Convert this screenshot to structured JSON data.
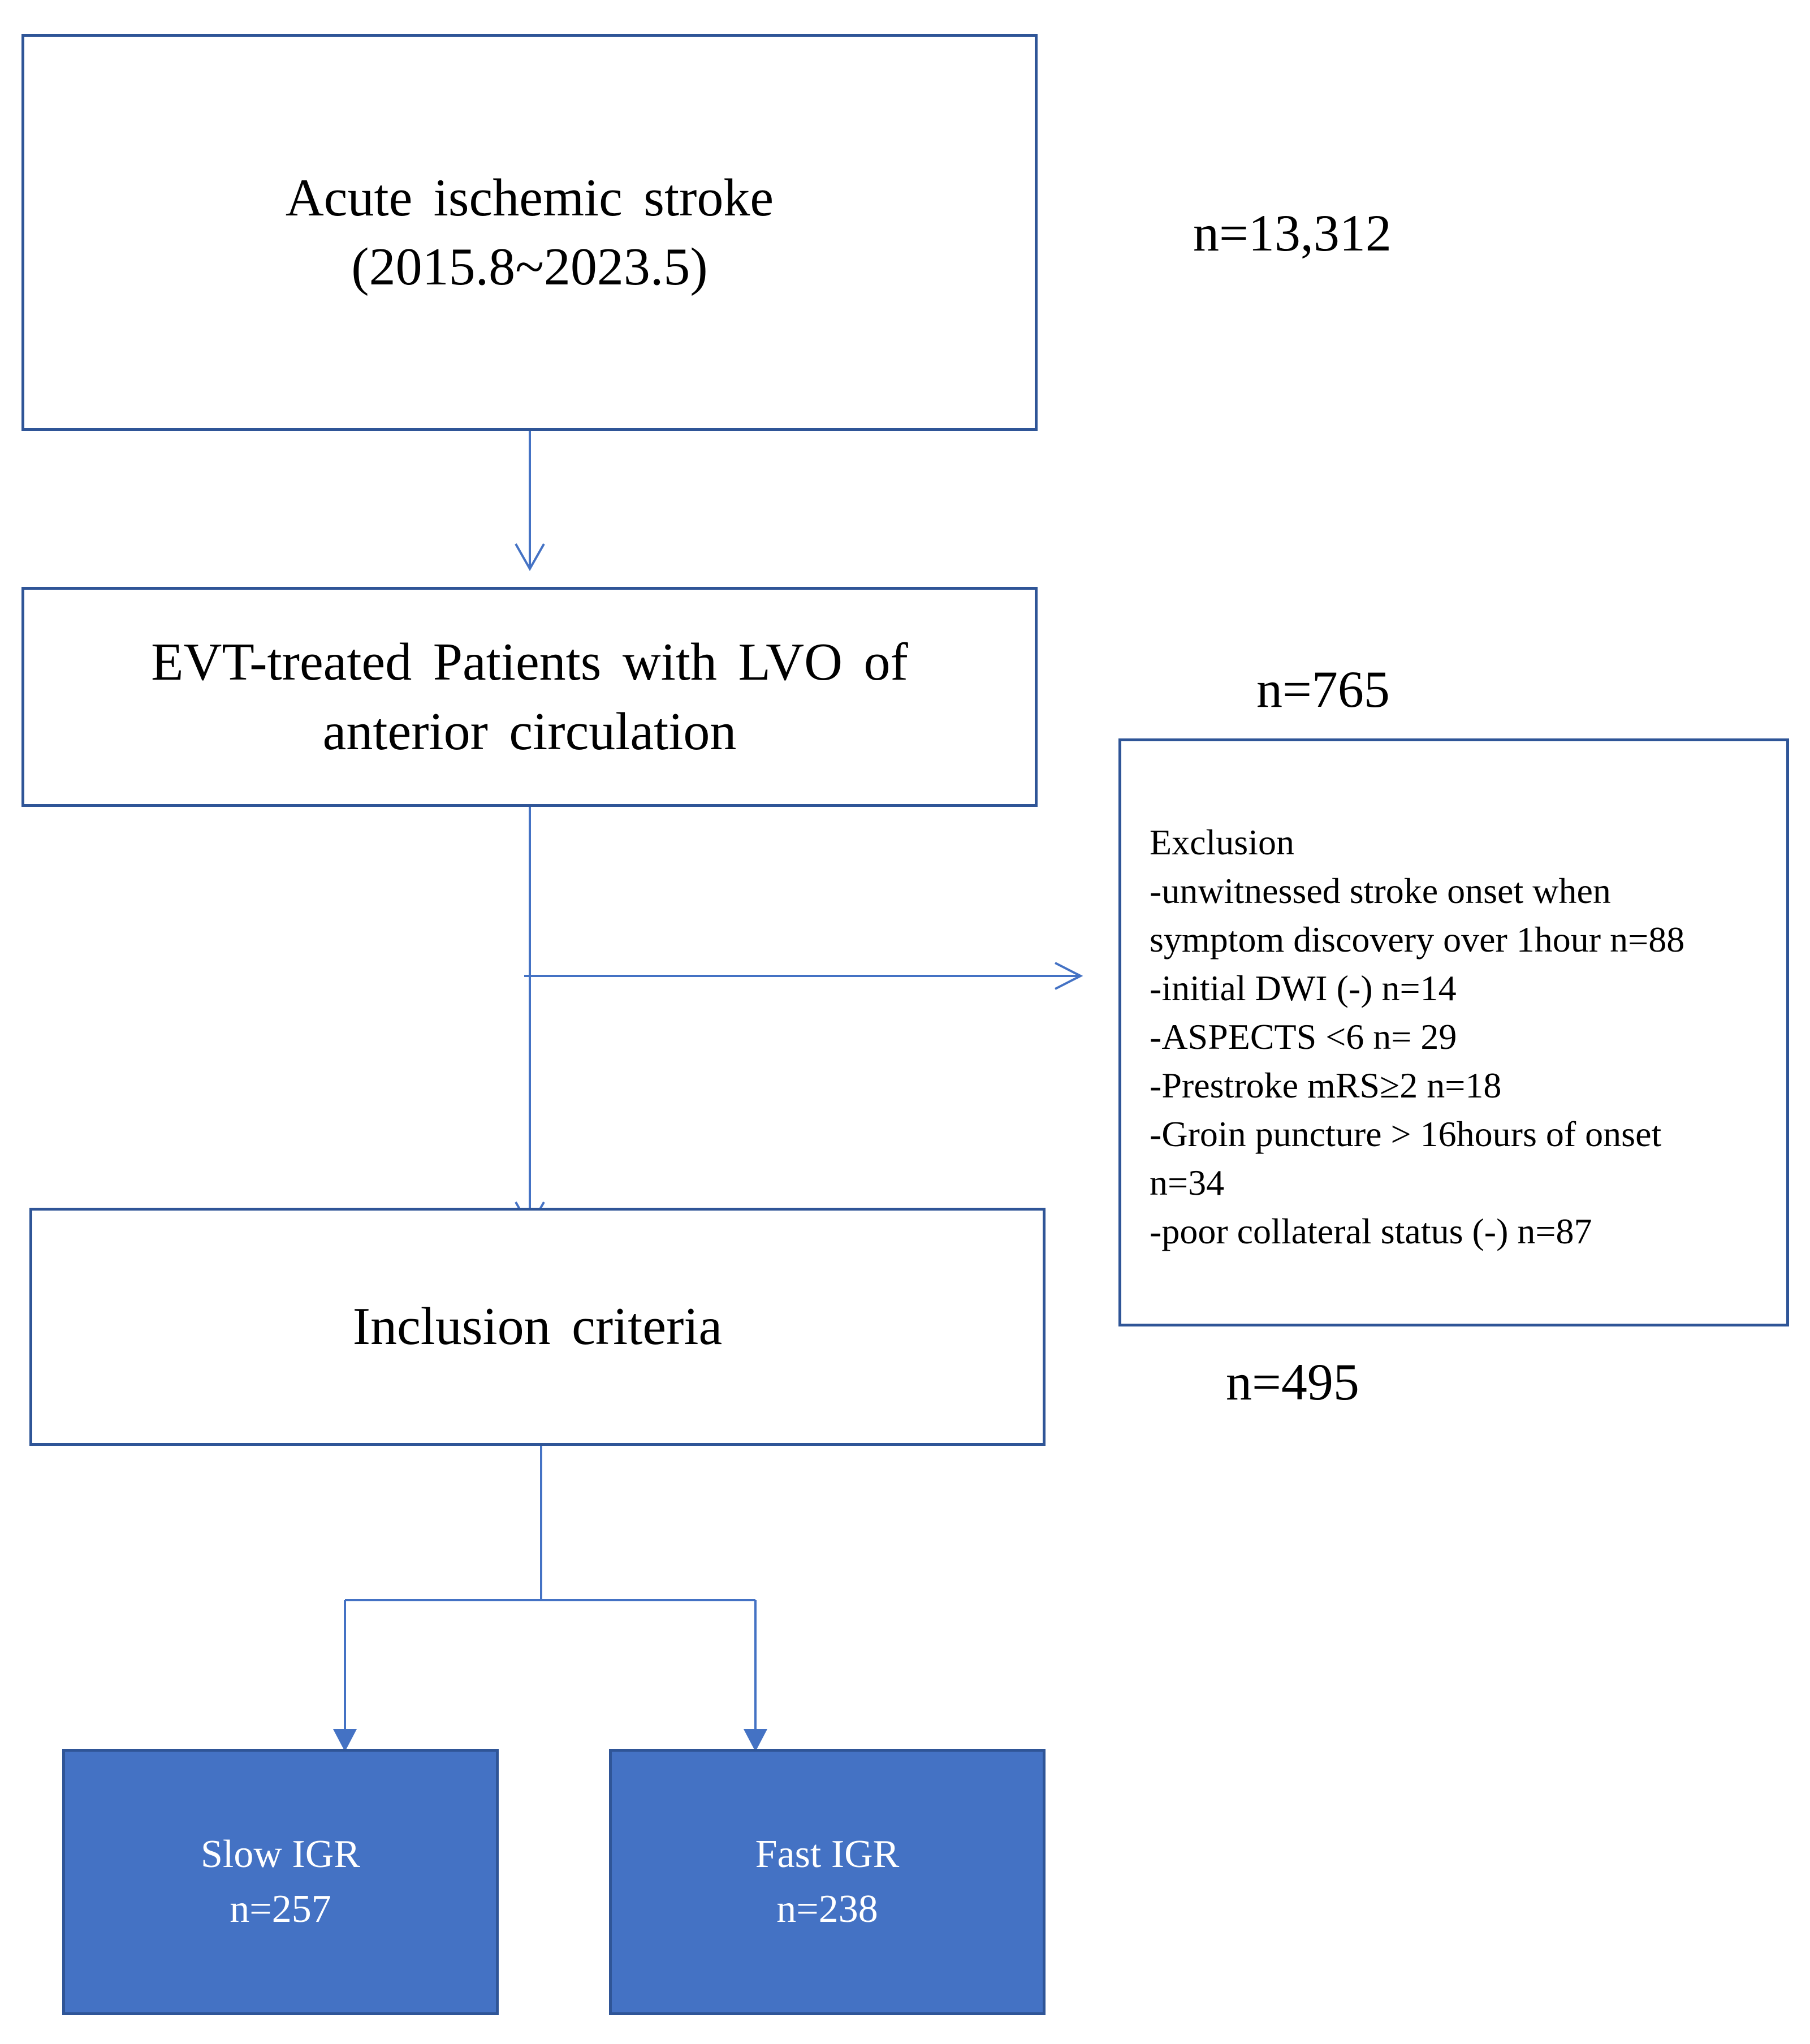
{
  "boxes": {
    "aic": {
      "line1": "Acute ischemic stroke",
      "line2": "(2015.8~2023.5)"
    },
    "evt": {
      "line1": "EVT-treated Patients with LVO of",
      "line2": "anterior circulation"
    },
    "inclusion": {
      "label": "Inclusion criteria"
    },
    "slow": {
      "line1": "Slow IGR",
      "line2": "n=257"
    },
    "fast": {
      "line1": "Fast IGR",
      "line2": "n=238"
    }
  },
  "counts": {
    "aic": "n=13,312",
    "evt": "n=765",
    "included": "n=495"
  },
  "exclusion": {
    "title": "Exclusion",
    "lines": [
      "-unwitnessed stroke onset when",
      "symptom discovery over 1hour n=88",
      "-initial DWI (-) n=14",
      "-ASPECTS <6  n= 29",
      "-Prestroke mRS≥2 n=18",
      "-Groin puncture > 16hours of onset",
      "n=34",
      "-poor collateral status (-) n=87"
    ]
  },
  "colors": {
    "border": "#2f5597",
    "connector": "#4472c4",
    "group_fill": "#4472c4"
  }
}
